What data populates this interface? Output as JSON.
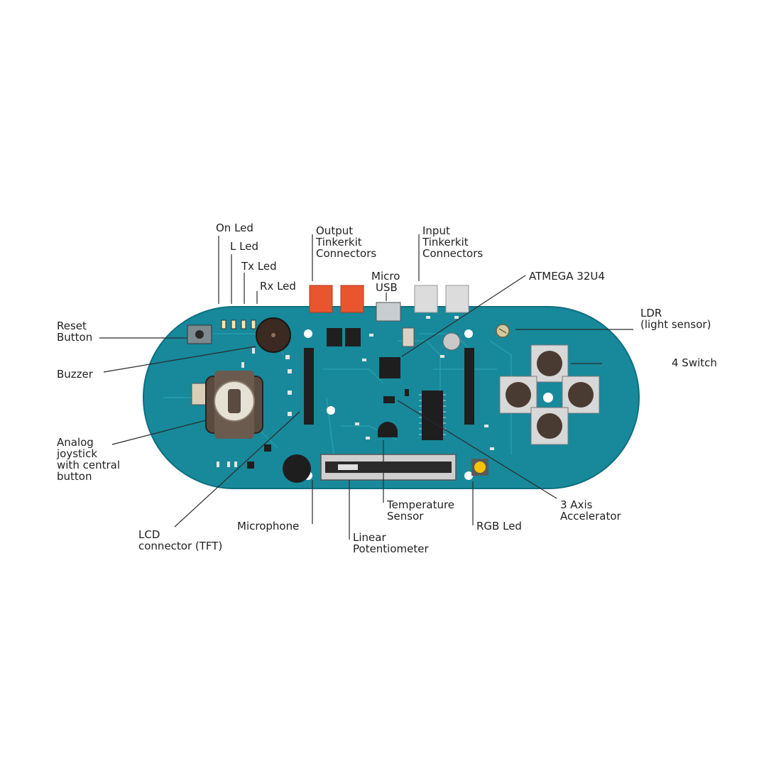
{
  "colors": {
    "board": "#17899b",
    "board_edge": "#0f6f80",
    "trace": "#2a9fb0",
    "label_text": "#1f1f1f",
    "output_connector": "#e8552f",
    "input_connector": "#dcdcdc",
    "rgb_led": "#f5c400"
  },
  "labels": {
    "on_led": "On Led",
    "l_led": "L Led",
    "tx_led": "Tx Led",
    "rx_led": "Rx Led",
    "output_tinkerkit": [
      "Output",
      "Tinkerkit",
      "Connectors"
    ],
    "input_tinkerkit": [
      "Input",
      "Tinkerkit",
      "Connectors"
    ],
    "micro_usb": [
      "Micro",
      "USB"
    ],
    "atmega": "ATMEGA 32U4",
    "ldr": [
      "LDR",
      "(light sensor)"
    ],
    "reset_button": [
      "Reset",
      "Button"
    ],
    "buzzer": "Buzzer",
    "four_switch": "4 Switch",
    "analog_joystick": [
      "Analog",
      "joystick",
      "with central",
      "button"
    ],
    "lcd_connector": [
      "LCD",
      "connector (TFT)"
    ],
    "microphone": "Microphone",
    "linear_potentiometer": [
      "Linear",
      "Potentiometer"
    ],
    "temperature_sensor": [
      "Temperature",
      "Sensor"
    ],
    "rgb_led": "RGB Led",
    "accelerator": [
      "3 Axis",
      "Accelerator"
    ]
  }
}
